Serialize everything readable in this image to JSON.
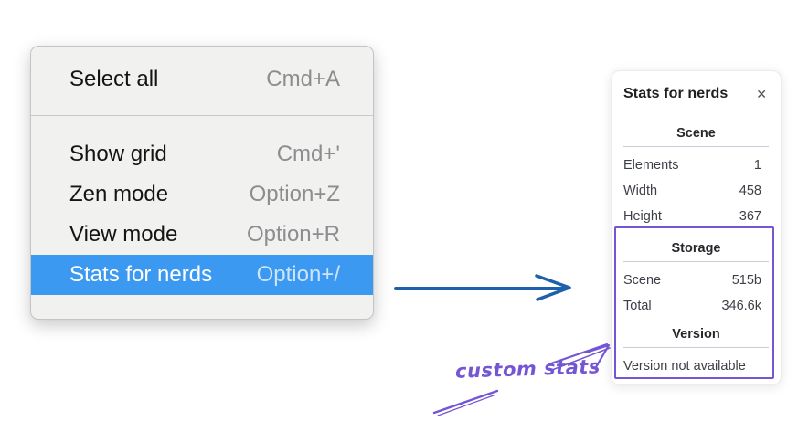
{
  "colors": {
    "menu_highlight": "#3b99f2",
    "menu_highlight_text": "#ffffff",
    "menu_highlight_shortcut": "#cde4fa",
    "arrow_blue": "#1d60ab",
    "annotation_purple": "#7455d4"
  },
  "menu": {
    "items": [
      {
        "label": "Select all",
        "shortcut": "Cmd+A",
        "selected": false
      },
      {
        "label": "Show grid",
        "shortcut": "Cmd+'",
        "selected": false
      },
      {
        "label": "Zen mode",
        "shortcut": "Option+Z",
        "selected": false
      },
      {
        "label": "View mode",
        "shortcut": "Option+R",
        "selected": false
      },
      {
        "label": "Stats for nerds",
        "shortcut": "Option+/",
        "selected": true
      }
    ]
  },
  "stats_panel": {
    "title": "Stats for nerds",
    "close_icon": "✕",
    "scene": {
      "header": "Scene",
      "rows": [
        {
          "label": "Elements",
          "value": "1"
        },
        {
          "label": "Width",
          "value": "458"
        },
        {
          "label": "Height",
          "value": "367"
        }
      ]
    },
    "storage": {
      "header": "Storage",
      "rows": [
        {
          "label": "Scene",
          "value": "515b"
        },
        {
          "label": "Total",
          "value": "346.6k"
        }
      ]
    },
    "version": {
      "header": "Version",
      "message": "Version not available"
    }
  },
  "annotation": {
    "label": "custom stats"
  }
}
